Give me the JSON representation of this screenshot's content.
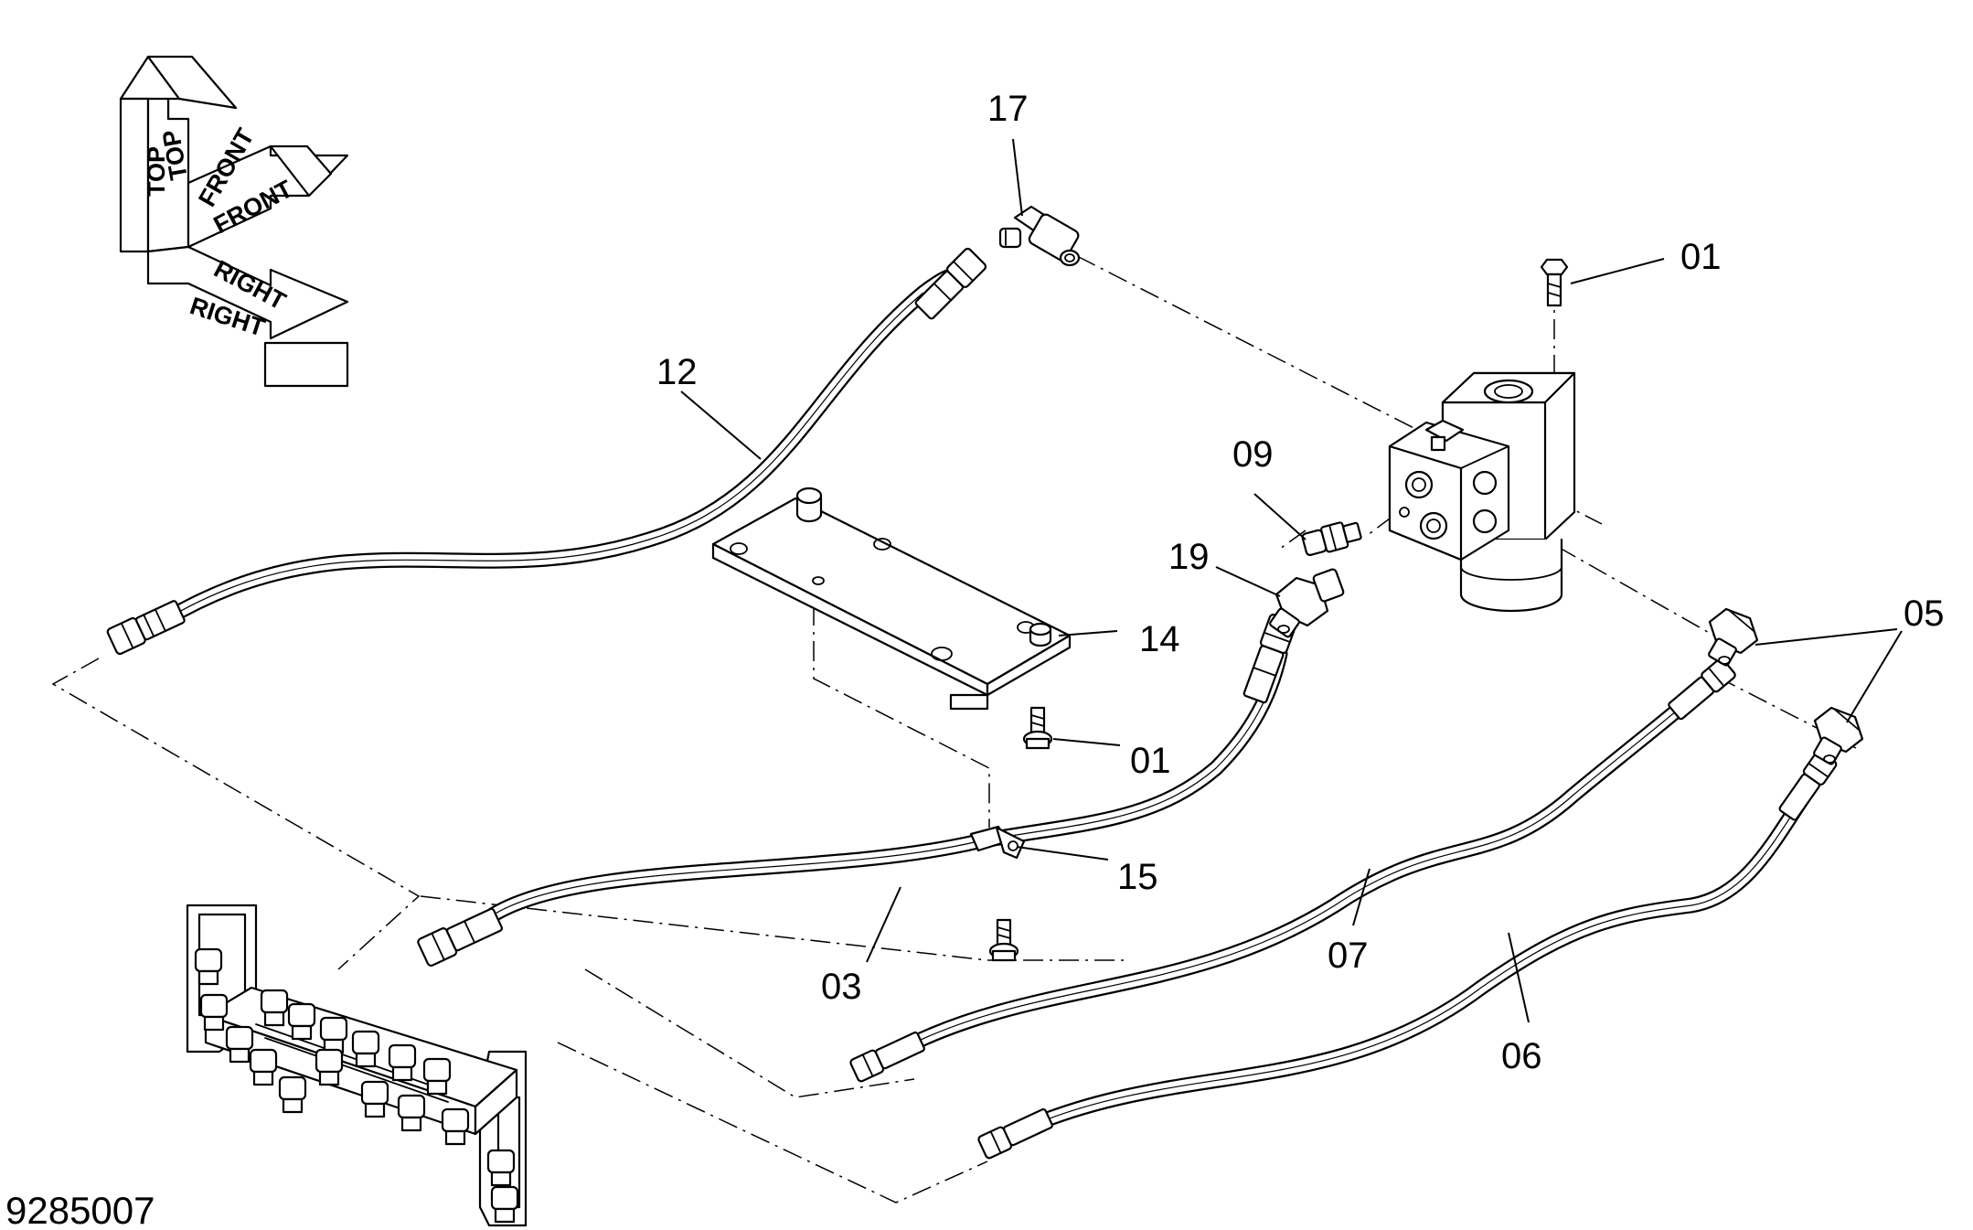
{
  "drawing_number": "9285007",
  "orientation": {
    "top": "TOP",
    "front": "FRONT",
    "right": "RIGHT"
  },
  "callouts": {
    "p01_bolt_top": "01",
    "p01_bolt_plate": "01",
    "p03": "03",
    "p05": "05",
    "p06": "06",
    "p07": "07",
    "p09": "09",
    "p12": "12",
    "p14": "14",
    "p15": "15",
    "p17": "17",
    "p19": "19"
  },
  "colors": {
    "line": "#000000",
    "background": "#ffffff"
  }
}
